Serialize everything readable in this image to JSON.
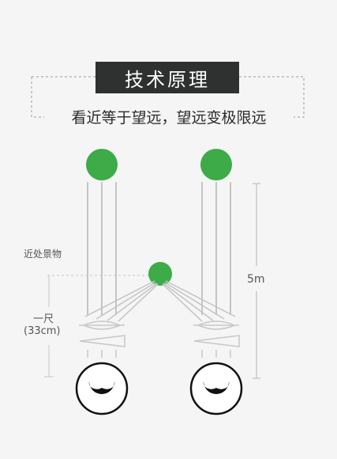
{
  "title": "技术原理",
  "subtitle": "看近等于望远，望远变极限远",
  "labels": {
    "near_scene": "近处景物",
    "one_chi": "一尺",
    "cm": "(33cm)",
    "distance": "5m"
  },
  "colors": {
    "title_bg": "#2f3030",
    "target_green": "#3dab48",
    "line_gray": "#bdbdbd",
    "eye_outline": "#111111"
  }
}
